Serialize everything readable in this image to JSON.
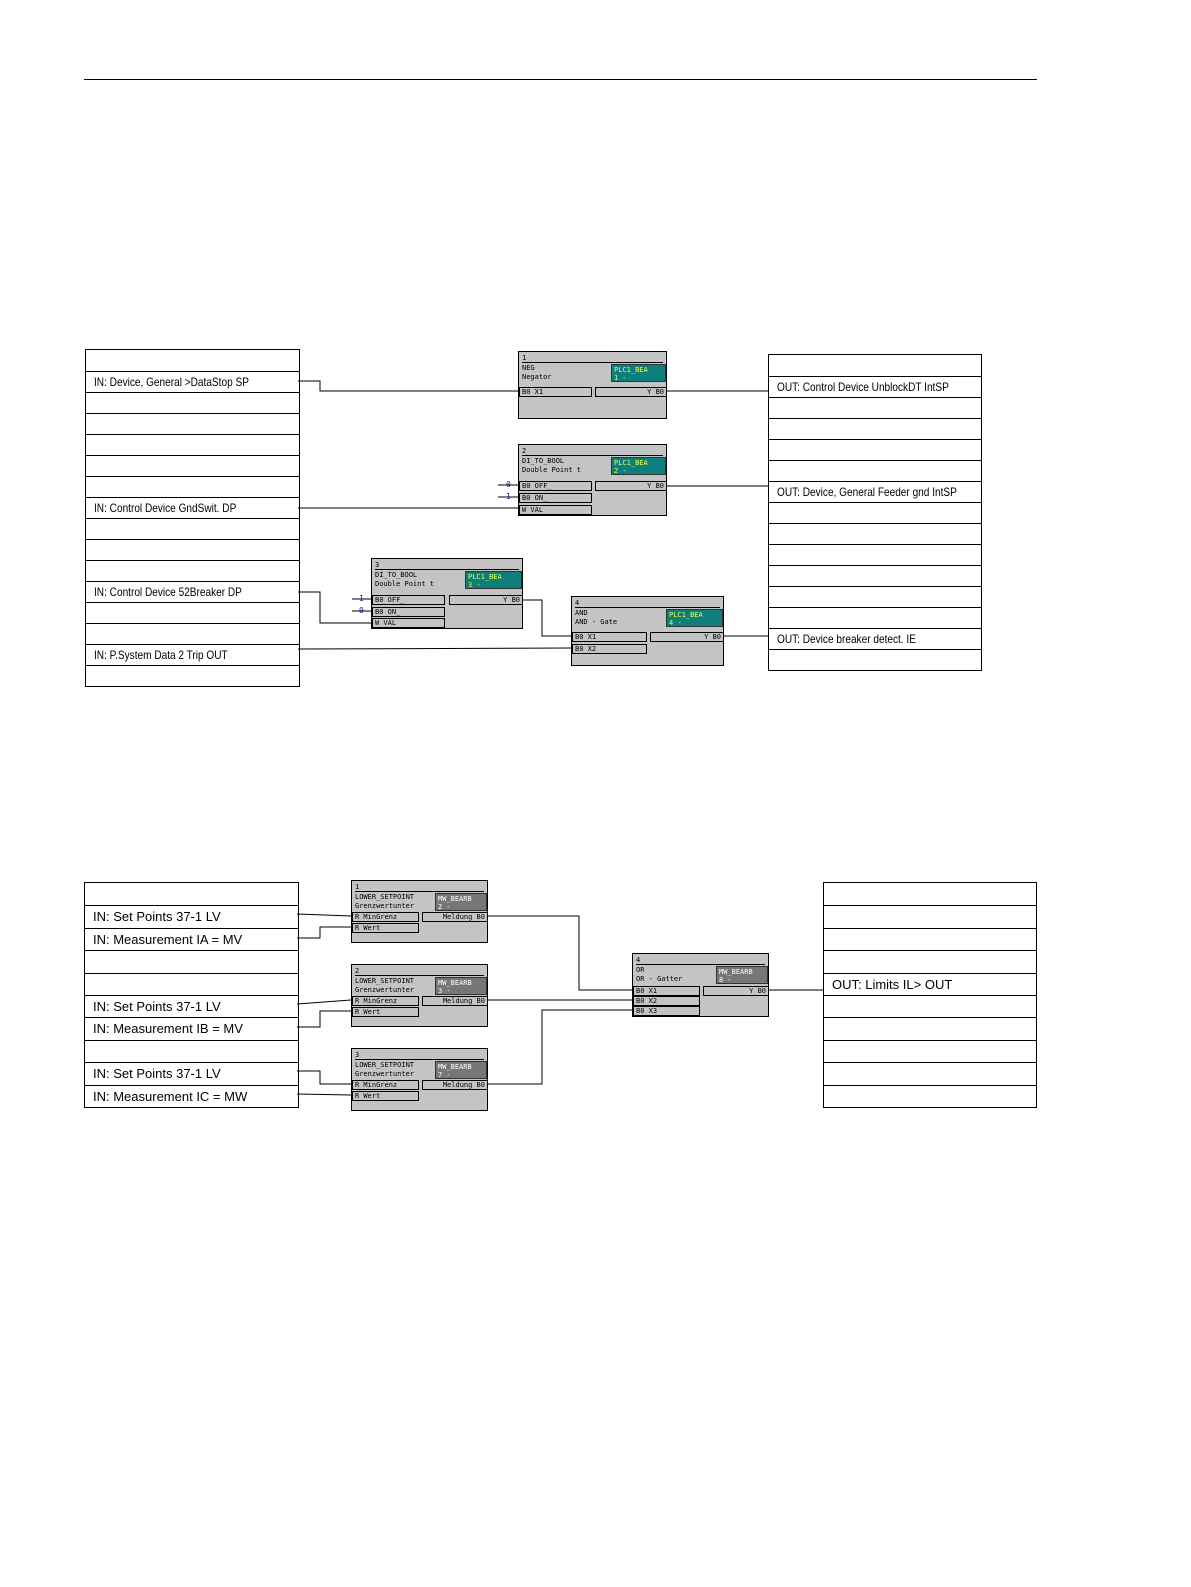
{
  "diagram1": {
    "inputs": [
      "",
      "IN: Device, General >DataStop SP",
      "",
      "",
      "",
      "",
      "",
      "IN: Control Device GndSwit. DP",
      "",
      "",
      "",
      "IN: Control Device 52Breaker DP",
      "",
      "",
      "IN: P.System Data 2 Trip OUT",
      ""
    ],
    "outputs": [
      "",
      "OUT: Control Device UnblockDT IntSP",
      "",
      "",
      "",
      "",
      "OUT: Device, General Feeder gnd IntSP",
      "",
      "",
      "",
      "",
      "",
      "",
      "OUT: Device breaker detect. IE",
      ""
    ],
    "blocks": [
      {
        "num": "1",
        "type": "NEG",
        "desc": "Negator",
        "tag": "PLC1_BEA",
        "tag2": "1      -",
        "in": [
          "B0 X1"
        ],
        "out": "Y B0"
      },
      {
        "num": "2",
        "type": "DI_TO_BOOL",
        "desc": "Double Point t",
        "tag": "PLC1_BEA",
        "tag2": "2      -",
        "in": [
          "B0 OFF_",
          "B0 ON_",
          "W  VAL"
        ],
        "out": "Y B0"
      },
      {
        "num": "3",
        "type": "DI_TO_BOOL",
        "desc": "Double Point t",
        "tag": "PLC1_BEA",
        "tag2": "3      -",
        "in": [
          "B0 OFF_",
          "B0 ON_",
          "W  VAL"
        ],
        "out": "Y B0"
      },
      {
        "num": "4",
        "type": "AND",
        "desc": "AND - Gate",
        "tag": "PLC1_BEA",
        "tag2": "4      -",
        "in": [
          "B0 X1",
          "B0 X2"
        ],
        "out": "Y B0"
      }
    ],
    "constants": [
      "0",
      "1",
      "1",
      "0"
    ],
    "colors": {
      "tag_bg": "#0c7f7c",
      "tag_text": "#e8ff4a",
      "block_bg": "#c4c4c4",
      "const_text": "#1a1aa8"
    }
  },
  "diagram2": {
    "inputs": [
      "",
      "IN: Set Points 37-1 LV",
      "IN: Measurement IA = MV",
      "",
      "",
      "IN: Set Points 37-1 LV",
      "IN: Measurement IB = MV",
      "",
      "IN: Set Points 37-1 LV",
      "IN: Measurement IC = MW"
    ],
    "outputs": [
      "",
      "",
      "",
      "",
      "OUT: Limits IL> OUT",
      "",
      "",
      "",
      "",
      ""
    ],
    "blocks": [
      {
        "num": "1",
        "type": "LOWER_SETPOINT",
        "desc": "Grenzwertunter",
        "tag": "MW_BEARB",
        "tag2": "2      -",
        "in": [
          "R  MinGrenz",
          "R  Wert"
        ],
        "out": "Meldung B0"
      },
      {
        "num": "2",
        "type": "LOWER_SETPOINT",
        "desc": "Grenzwertunter",
        "tag": "MW_BEARB",
        "tag2": "3      -",
        "in": [
          "R  MinGrenz",
          "R  Wert"
        ],
        "out": "Meldung B0"
      },
      {
        "num": "3",
        "type": "LOWER_SETPOINT",
        "desc": "Grenzwertunter",
        "tag": "MW_BEARB",
        "tag2": "7      -",
        "in": [
          "R  MinGrenz",
          "R  Wert"
        ],
        "out": "Meldung B0"
      },
      {
        "num": "4",
        "type": "OR",
        "desc": "OR - Gatter",
        "tag": "MW_BEARB",
        "tag2": "8      -",
        "in": [
          "B0 X1",
          "B0 X2",
          "B0 X3"
        ],
        "out": "Y B0"
      }
    ],
    "colors": {
      "tag_bg": "#767676",
      "tag_text": "#ffffff"
    }
  }
}
